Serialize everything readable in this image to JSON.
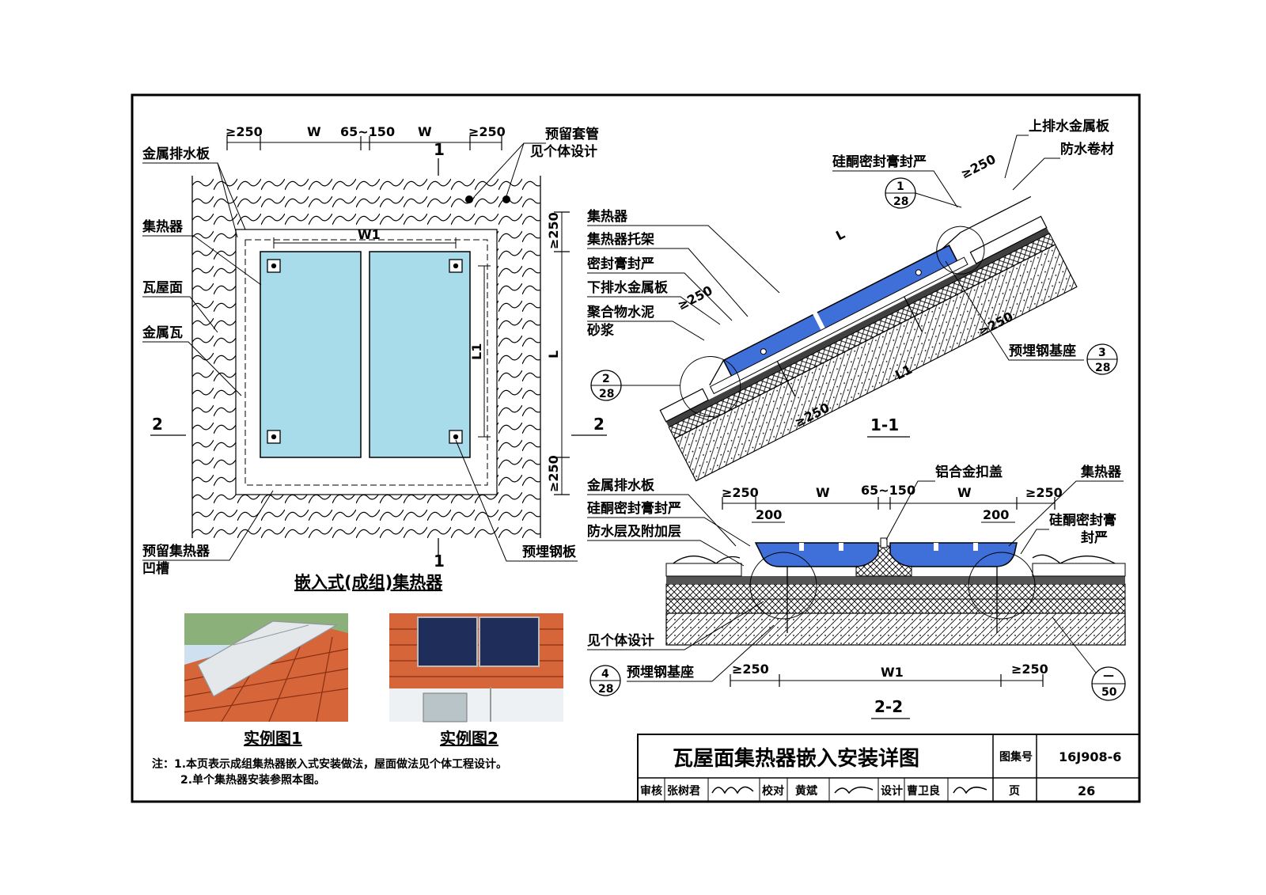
{
  "plan": {
    "dims_top": [
      "≥250",
      "W",
      "65~150",
      "W",
      "≥250"
    ],
    "w1": "W1",
    "l": "L",
    "l1": "L1",
    "dim_right_top": "≥250",
    "dim_right_bottom": "≥250",
    "section1": "1",
    "section2": "2",
    "labels_left": [
      "金属排水板",
      "集热器",
      "瓦屋面",
      "金属瓦",
      "预留集热器",
      "凹槽"
    ],
    "labels_right": [
      "预留套管",
      "见个体设计",
      "预埋钢板"
    ],
    "caption": "嵌入式(成组)集热器"
  },
  "section11": {
    "labels_left": [
      "集热器",
      "集热器托架",
      "密封膏封严",
      "下排水金属板",
      "聚合物水泥",
      "砂浆"
    ],
    "labels_top": [
      "硅酮密封膏封严",
      "上排水金属板",
      "防水卷材"
    ],
    "label_right": "预埋钢基座",
    "dims": [
      "≥250",
      "L",
      "≥250",
      "L1",
      "≥250",
      "≥250"
    ],
    "ref1": {
      "top": "1",
      "bottom": "28"
    },
    "ref2": {
      "top": "2",
      "bottom": "28"
    },
    "ref3": {
      "top": "3",
      "bottom": "28"
    },
    "caption": "1-1"
  },
  "section22": {
    "labels_left": [
      "金属排水板",
      "硅酮密封膏封严",
      "防水层及附加层",
      "见个体设计",
      "预埋钢基座"
    ],
    "labels_top": [
      "铝合金扣盖",
      "集热器"
    ],
    "labels_right": [
      "硅酮密封膏",
      "封严"
    ],
    "dims_top": [
      "≥250",
      "W",
      "65~150",
      "W",
      "≥250"
    ],
    "dims_200": [
      "200",
      "200"
    ],
    "dims_bottom": [
      "≥250",
      "W1",
      "≥250"
    ],
    "ref4": {
      "top": "4",
      "bottom": "28"
    },
    "ref5": {
      "top": "—",
      "bottom": "50"
    },
    "caption": "2-2"
  },
  "photos": {
    "photo1": "实例图1",
    "photo2": "实例图2"
  },
  "notes": {
    "line1": "注：1.本页表示成组集热器嵌入式安装做法，屋面做法见个体工程设计。",
    "line2": "2.单个集热器安装参照本图。"
  },
  "title_block": {
    "title": "瓦屋面集热器嵌入安装详图",
    "atlas_label": "图集号",
    "atlas_no": "16J908-6",
    "review": "审核",
    "reviewer": "张树君",
    "check": "校对",
    "checker": "黄斌",
    "design": "设计",
    "designer": "曹卫良",
    "page_label": "页",
    "page_no": "26"
  },
  "colors": {
    "collector": "#a9dcea",
    "collector_dark": "#3f6fd8",
    "tile_orange": "#d6663a",
    "panel_navy": "#1f2d5a"
  }
}
